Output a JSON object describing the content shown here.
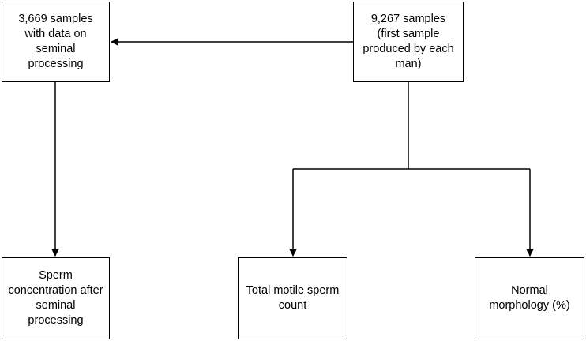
{
  "diagram": {
    "nodes": {
      "seminal_processing": "3,669 samples\nwith data on\nseminal\nprocessing",
      "all_samples": "9,267 samples\n(first sample\nproduced by each\nman)",
      "sperm_concentration": "Sperm\nconcentration after\nseminal\nprocessing",
      "total_motile": "Total motile sperm\ncount",
      "normal_morphology": "Normal\nmorphology (%)"
    },
    "edges": [
      {
        "from": "all_samples",
        "to": "seminal_processing"
      },
      {
        "from": "seminal_processing",
        "to": "sperm_concentration"
      },
      {
        "from": "all_samples",
        "to": "total_motile"
      },
      {
        "from": "all_samples",
        "to": "normal_morphology"
      }
    ],
    "colors": {
      "stroke": "#000000",
      "fill": "#ffffff"
    }
  }
}
